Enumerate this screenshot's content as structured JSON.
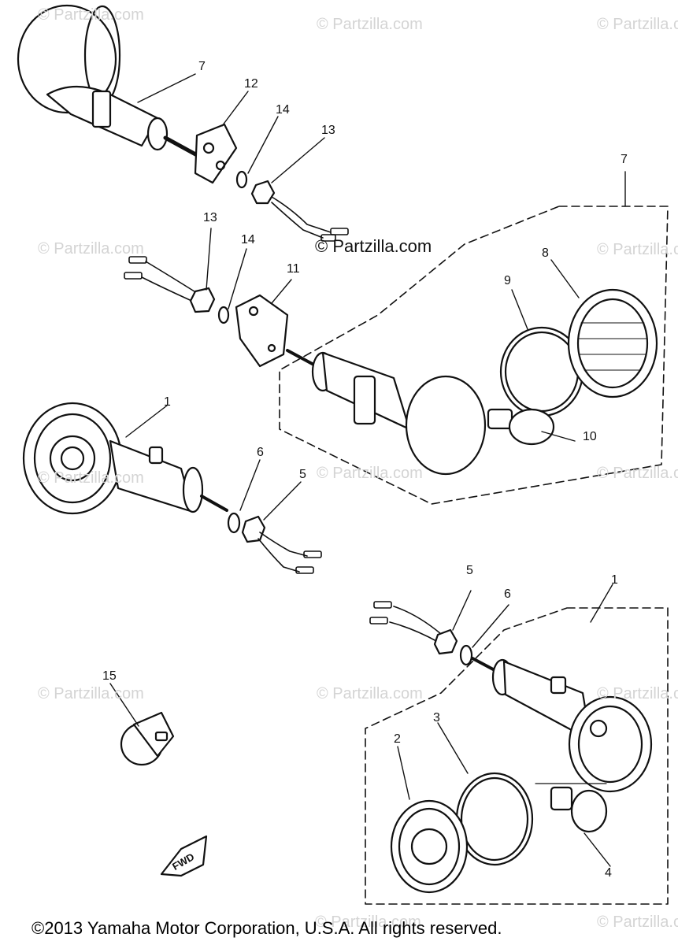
{
  "watermark": "© Partzilla.com",
  "watermark_center": "© Partzilla.com",
  "copyright": "©2013 Yamaha Motor Corporation, U.S.A. All rights reserved.",
  "callouts": {
    "c7a": "7",
    "c12": "12",
    "c14a": "14",
    "c13a": "13",
    "c7b": "7",
    "c13b": "13",
    "c14b": "14",
    "c11": "11",
    "c9": "9",
    "c8": "8",
    "c10": "10",
    "c1a": "1",
    "c6a": "6",
    "c5a": "5",
    "c5b": "5",
    "c6b": "6",
    "c1b": "1",
    "c15": "15",
    "c2": "2",
    "c3": "3",
    "c4": "4"
  },
  "fwd_label": "FWD"
}
